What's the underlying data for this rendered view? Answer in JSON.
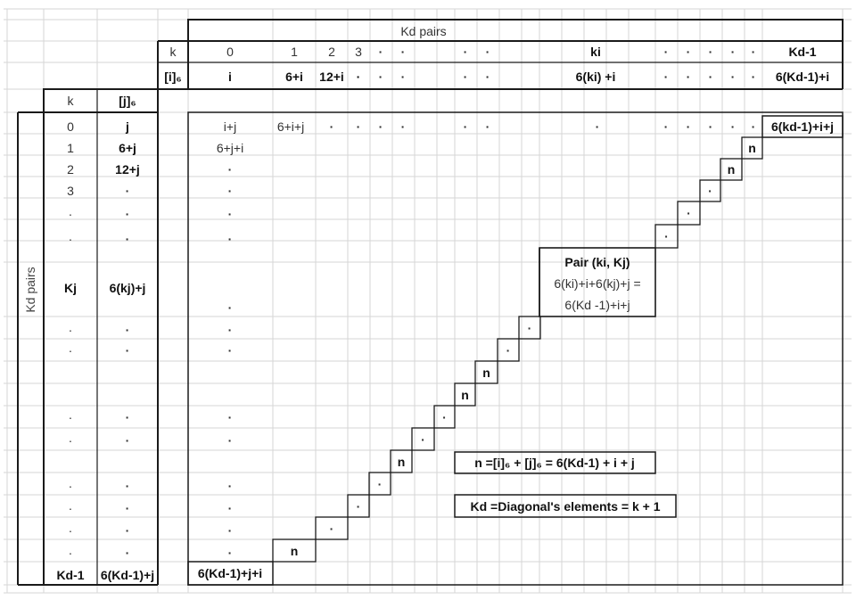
{
  "header": {
    "title": "Kd pairs",
    "k_label": "k",
    "i6_label": "[i]₆",
    "k_cols": [
      {
        "k": "0",
        "v": "i"
      },
      {
        "k": "1",
        "v": "6+i"
      },
      {
        "k": "2",
        "v": "12+i"
      },
      {
        "k": "3",
        "v": "·"
      }
    ],
    "ki_label": "ki",
    "ki_value": "6(ki) +i",
    "kd1_label": "Kd-1",
    "kd1_value": "6(Kd-1)+i",
    "dot": "·"
  },
  "rows_header": {
    "k_label": "k",
    "j6_label": "[j]₆",
    "side_title": "Kd pairs"
  },
  "rows": [
    {
      "k": "0",
      "v": "j"
    },
    {
      "k": "1",
      "v": "6+j"
    },
    {
      "k": "2",
      "v": "12+j"
    },
    {
      "k": "3",
      "v": "·"
    },
    {
      "k": "·",
      "v": "·"
    },
    {
      "k": "·",
      "v": "·"
    },
    {
      "k": "Kj",
      "v": "6(kj)+j"
    },
    {
      "k": "·",
      "v": "·"
    },
    {
      "k": "·",
      "v": "·"
    },
    {
      "k": "·",
      "v": "·"
    },
    {
      "k": "·",
      "v": "·"
    },
    {
      "k": "·",
      "v": "·"
    },
    {
      "k": "·",
      "v": "·"
    },
    {
      "k": "·",
      "v": "·"
    },
    {
      "k": "·",
      "v": "·"
    },
    {
      "k": "Kd-1",
      "v": "6(Kd-1)+j"
    }
  ],
  "body": {
    "first_row": [
      "i+j",
      "6+i+j",
      "·",
      "·",
      "·",
      "·",
      "·",
      "·",
      "·",
      "·",
      "·",
      "·",
      "·",
      "·",
      "·",
      "·"
    ],
    "first_col": [
      "6+j+i",
      "·",
      "·",
      "·",
      "·",
      "·",
      "·",
      "·",
      "·",
      "·",
      "·",
      "·",
      "·",
      "·"
    ],
    "corner_top_right": "6(kd-1)+i+j",
    "corner_bottom_left": "6(Kd-1)+j+i",
    "n": "n",
    "dot": "·"
  },
  "pair_box": {
    "title": "Pair (ki, Kj)",
    "line1": "6(ki)+i+6(kj)+j =",
    "line2": "6(Kd -1)+i+j"
  },
  "notes": {
    "formula_n": "n =[i]₆ + [j]₆ = 6(Kd-1) + i + j",
    "formula_kd": "Kd =Diagonal's elements = k + 1"
  }
}
